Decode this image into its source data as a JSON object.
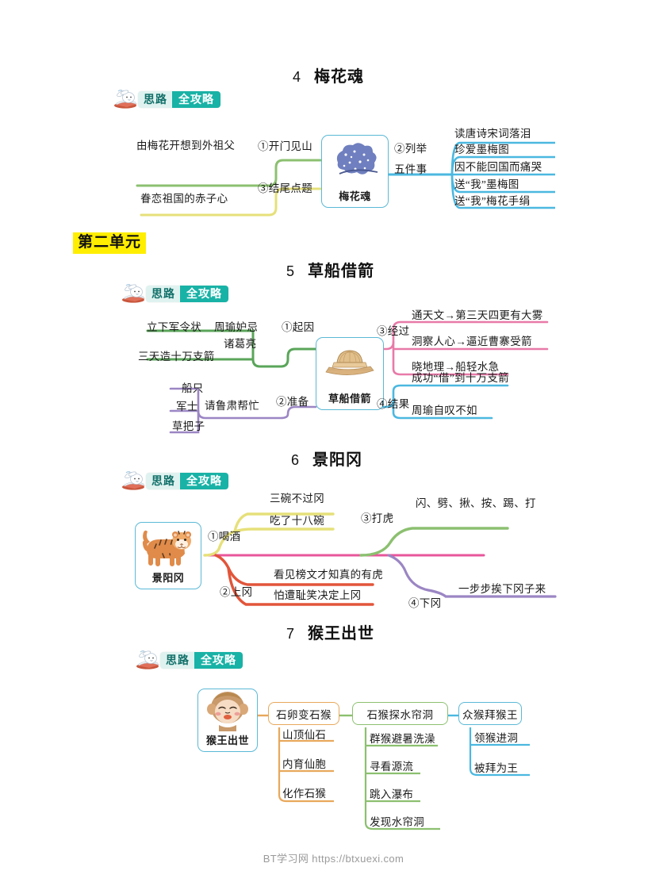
{
  "footer": {
    "watermark": "BT学习网 https://btxuexi.com"
  },
  "unit_badge": {
    "label": "第二单元"
  },
  "badge": {
    "left_text": "思路",
    "right_text": "全攻略",
    "icon": "rabbit-on-book-icon"
  },
  "colors": {
    "green": "#8cc070",
    "yellow": "#e6e07a",
    "cyan": "#4bb8e0",
    "pink": "#e87aa8",
    "purple": "#9b86c4",
    "red": "#e2553a",
    "magenta": "#e8559b",
    "orange": "#e8a85c",
    "teal_badge": "#19b2a6",
    "node_border": "#5bb9d6",
    "unit_badge_bg": "#ffee00"
  },
  "maps": [
    {
      "id": "meihuahun",
      "number": "4",
      "title": "梅花魂",
      "center": {
        "caption": "梅花魂",
        "art": "plum-blossom-icon"
      },
      "branches": [
        {
          "key": "b1",
          "color": "#8cc070",
          "label": "①开门见山",
          "leaves": [
            "由梅花开想到外祖父"
          ]
        },
        {
          "key": "b3",
          "color": "#e6e07a",
          "label": "③结尾点题",
          "leaves": [
            "眷恋祖国的赤子心"
          ]
        },
        {
          "key": "b2",
          "color": "#4bb8e0",
          "label_line1": "②列举",
          "label_line2": "五件事",
          "leaves": [
            "读唐诗宋词落泪",
            "珍爱墨梅图",
            "因不能回国而痛哭",
            "送“我”墨梅图",
            "送“我”梅花手绢"
          ]
        }
      ]
    },
    {
      "id": "caochuanjiejian",
      "number": "5",
      "title": "草船借箭",
      "center": {
        "caption": "草船借箭",
        "art": "straw-boat-icon"
      },
      "branches": [
        {
          "key": "b1",
          "color": "#5aa55a",
          "label": "①起因",
          "sub_label_1": "周瑜妒忌",
          "sub_label_2": "诸葛亮",
          "leaves": [
            "立下军令状",
            "三天造十万支箭"
          ]
        },
        {
          "key": "b2",
          "color": "#9b86c4",
          "label": "②准备",
          "sub_label_1": "请鲁肃帮忙",
          "leaves": [
            "船只",
            "军士",
            "草把子"
          ]
        },
        {
          "key": "b3",
          "color": "#e87aa8",
          "label": "③经过",
          "leaves": [
            "通天文→第三天四更有大雾",
            "洞察人心→逼近曹寨受箭",
            "晓地理→船轻水急"
          ]
        },
        {
          "key": "b4",
          "color": "#4bb8e0",
          "label": "④结果",
          "leaves": [
            "成功“借”到十万支箭",
            "周瑜自叹不如"
          ]
        }
      ]
    },
    {
      "id": "jingyanggang",
      "number": "6",
      "title": "景阳冈",
      "center": {
        "caption": "景阳冈",
        "art": "tiger-icon"
      },
      "branches": [
        {
          "key": "b1",
          "color": "#e6e07a",
          "label": "①喝酒",
          "leaves": [
            "三碗不过冈",
            "吃了十八碗"
          ]
        },
        {
          "key": "b2",
          "color": "#e2553a",
          "label": "②上冈",
          "leaves": [
            "看见榜文才知真的有虎",
            "怕遭耻笑决定上冈"
          ]
        },
        {
          "key": "b3",
          "color": "#8cc070",
          "label": "③打虎",
          "leaves": [
            "闪、劈、揪、按、踢、打"
          ]
        },
        {
          "key": "b4",
          "color": "#9b86c4",
          "label": "④下冈",
          "leaves": [
            "一步步挨下冈子来"
          ]
        }
      ],
      "spine_color": "#e8559b"
    },
    {
      "id": "houwangchushi",
      "number": "7",
      "title": "猴王出世",
      "center": {
        "caption": "猴王出世",
        "art": "monkey-face-icon"
      },
      "stages": [
        {
          "title": "石卵变石猴",
          "color": "#e8a85c",
          "items": [
            "山顶仙石",
            "内育仙胞",
            "化作石猴"
          ]
        },
        {
          "title": "石猴探水帘洞",
          "color": "#8cc070",
          "items": [
            "群猴避暑洗澡",
            "寻看源流",
            "跳入瀑布",
            "发现水帘洞"
          ]
        },
        {
          "title": "众猴拜猴王",
          "color": "#4bb8e0",
          "items": [
            "领猴进洞",
            "被拜为王"
          ]
        }
      ]
    }
  ]
}
